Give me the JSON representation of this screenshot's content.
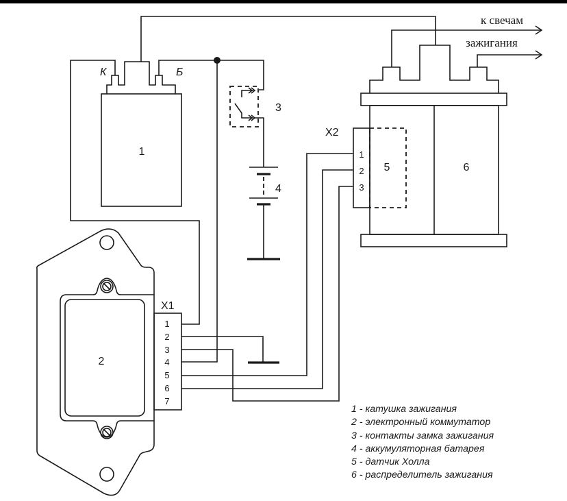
{
  "diagram": {
    "title": "Схема бесконтактной системы зажигания",
    "components": {
      "coil": {
        "number": "1",
        "terminal_k": "К",
        "terminal_b": "Б"
      },
      "commutator": {
        "number": "2",
        "connector": "X1",
        "pins": [
          "1",
          "2",
          "3",
          "4",
          "5",
          "6",
          "7"
        ]
      },
      "ignition_switch": {
        "number": "3"
      },
      "battery": {
        "number": "4"
      },
      "hall_sensor": {
        "number": "5",
        "connector": "X2",
        "pins": [
          "1",
          "2",
          "3"
        ]
      },
      "distributor": {
        "number": "6"
      }
    },
    "spark_plug_label": {
      "line1": "к свечам",
      "line2": "зажигания"
    },
    "legend": [
      "1 - катушка зажигания",
      "2 - электронный коммутатор",
      "3 - контакты замка зажигания",
      "4 - аккумуляторная батарея",
      "5 - датчик Холла",
      "6 - распределитель зажигания"
    ],
    "colors": {
      "line": "#1a1a1a",
      "background": "#ffffff",
      "top_bar": "#000000"
    }
  }
}
